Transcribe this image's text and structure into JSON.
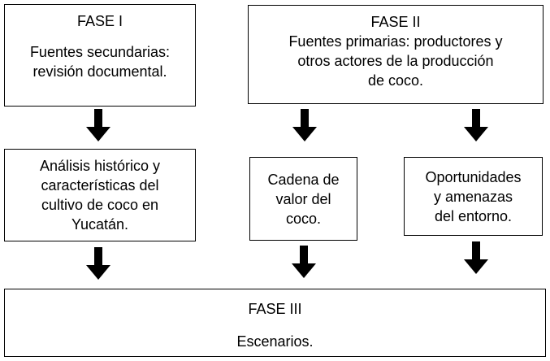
{
  "phase1": {
    "title": "FASE I",
    "text_line1": "Fuentes secundarias:",
    "text_line2": "revisión documental."
  },
  "phase2": {
    "title": "FASE II",
    "text_line1": "Fuentes primarias: productores y",
    "text_line2": "otros actores de la producción",
    "text_line3": "de coco."
  },
  "analysis": {
    "line1": "Análisis histórico y",
    "line2": "características del",
    "line3": "cultivo de coco en",
    "line4": "Yucatán."
  },
  "value_chain": {
    "line1": "Cadena de",
    "line2": "valor del",
    "line3": "coco."
  },
  "opportunities": {
    "line1": "Oportunidades",
    "line2": "y amenazas",
    "line3": "del entorno."
  },
  "phase3": {
    "title": "FASE III",
    "text": "Escenarios."
  },
  "colors": {
    "stroke": "#000000",
    "background": "#ffffff"
  }
}
